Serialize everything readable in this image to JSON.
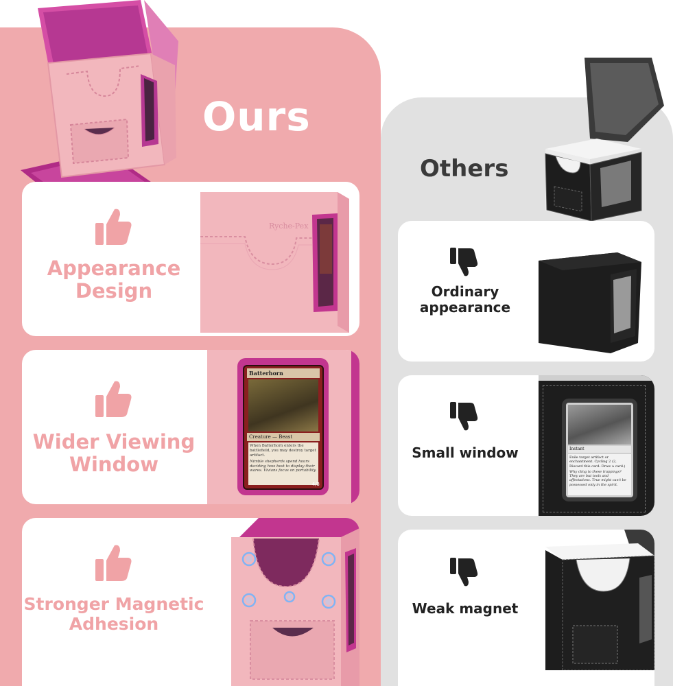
{
  "ours": {
    "heading": "Ours",
    "features": [
      {
        "text": "Appearance Design",
        "icon": "thumbs-up-icon",
        "brand_text": "Ryche-Pex"
      },
      {
        "text": "Wider Viewing Window",
        "icon": "thumbs-up-icon",
        "card": {
          "name": "Batterhorn",
          "type": "Creature — Beast",
          "rules": "When Batterhorn enters the battlefield, you may destroy target artifact.",
          "flavor": "Nimble shepherds spend hours deciding how best to display their wares. Vivians focus on portability.",
          "pt": "4/3"
        }
      },
      {
        "text": "Stronger Magnetic Adhesion",
        "icon": "thumbs-up-icon"
      }
    ]
  },
  "others": {
    "heading": "Others",
    "features": [
      {
        "text": "Ordinary appearance",
        "icon": "thumbs-down-icon"
      },
      {
        "text": "Small window",
        "icon": "thumbs-down-icon",
        "card": {
          "type": "Instant",
          "rules": "Exile target artifact or enchantment. Cycling 2 (2, Discard this card: Draw a card.)",
          "flavor": "Why cling to these trappings? They are but tools and affectations. True might can't be possessed only in the spirit."
        }
      },
      {
        "text": "Weak magnet",
        "icon": "thumbs-down-icon"
      }
    ]
  },
  "colors": {
    "pink_panel": "#f0aaad",
    "pink_text": "#f0a3a6",
    "gray_panel": "#e1e1e1",
    "box_pink": "#f2b7bd",
    "box_magenta": "#c2368f",
    "box_black": "#1d1d1d",
    "magnet_blue": "#7fb4f5"
  }
}
